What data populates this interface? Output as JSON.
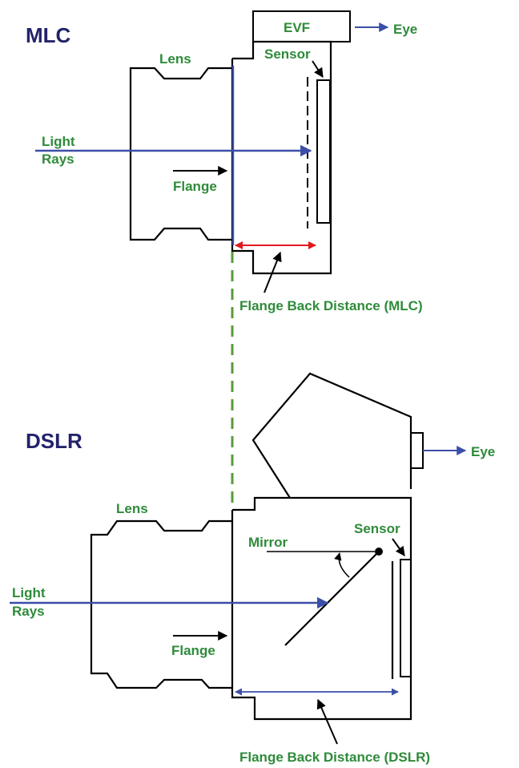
{
  "mlc": {
    "title": "MLC",
    "evf_label": "EVF",
    "eye_label": "Eye",
    "lens_label": "Lens",
    "sensor_label": "Sensor",
    "light_label_line1": "Light",
    "light_label_line2": "Rays",
    "flange_label": "Flange",
    "fbd_label": "Flange Back Distance (MLC)"
  },
  "dslr": {
    "title": "DSLR",
    "eye_label": "Eye",
    "lens_label": "Lens",
    "sensor_label": "Sensor",
    "mirror_label": "Mirror",
    "light_label_line1": "Light",
    "light_label_line2": "Rays",
    "flange_label": "Flange",
    "fbd_label": "Flange Back Distance (DSLR)"
  },
  "colors": {
    "title": "#23236b",
    "label_green": "#2e8b3a",
    "ray_blue": "#3b4fa8",
    "mlc_fbd_red": "#e0191e",
    "dashed_green": "#5a9a3a",
    "outline": "#000000"
  }
}
